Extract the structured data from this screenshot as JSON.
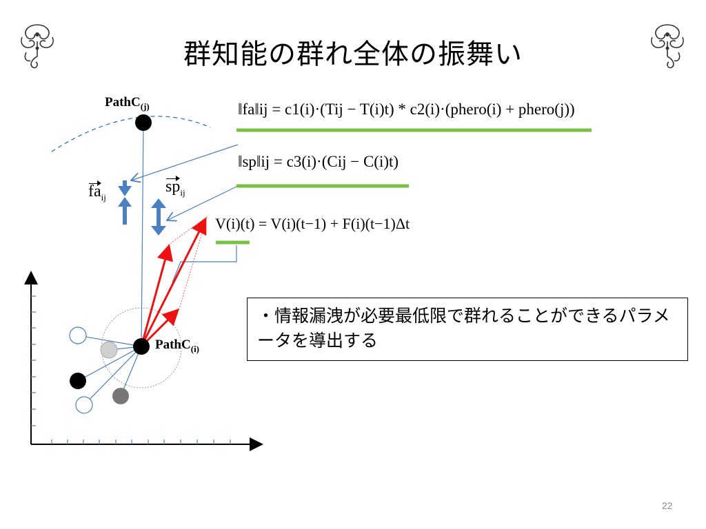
{
  "slide": {
    "title": "群知能の群れ全体の振舞い",
    "page_number": "22"
  },
  "labels": {
    "pathc": "PathC",
    "pathc_j_sub": "(j)",
    "pathc_i_sub": "(i)",
    "fa_text": "fa",
    "fa_sub": "ij",
    "sp_text": "sp",
    "sp_sub": "ij"
  },
  "formulas": {
    "fa": "‖fa‖ij = c1(i)·(Tij − T(i)t) * c2(i)·(phero(i) + phero(j))",
    "sp": "‖sp‖ij = c3(i)·(Cij − C(i)t)",
    "velocity": "V(i)(t) = V(i)(t−1) + F(i)(t−1)Δt"
  },
  "note": {
    "text": "・情報漏洩が必要最低限で群れることができるパラメータを導出する"
  },
  "colors": {
    "red_vectors": "#ee1111",
    "blue_lines": "#4a7fc1",
    "green_underline": "#7ac143",
    "dashed_arc": "#2e74b5"
  },
  "icons": {
    "left_ornament": "floral-ornament-icon",
    "right_ornament": "floral-ornament-icon"
  }
}
